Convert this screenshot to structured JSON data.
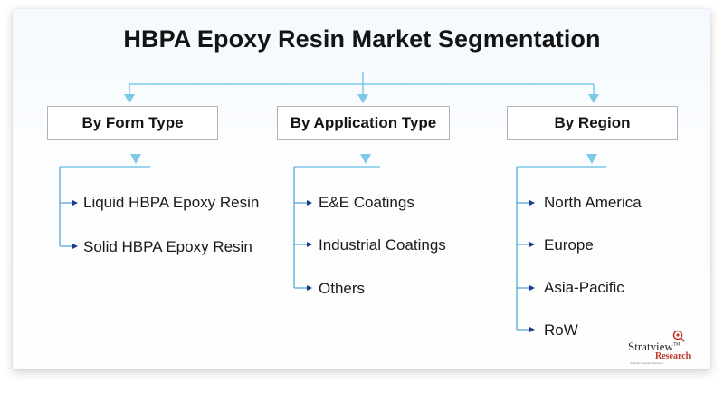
{
  "title": "HBPA Epoxy Resin Market Segmentation",
  "colors": {
    "arrow": "#7ec8e8",
    "branch_line": "#4f9fd1",
    "bullet": "#1d3a8a",
    "box_border": "#b3b3b3",
    "logo_red": "#c0392b"
  },
  "categories": [
    {
      "label": "By Form Type",
      "items": [
        "Liquid HBPA Epoxy Resin",
        "Solid HBPA Epoxy Resin"
      ]
    },
    {
      "label": "By Application Type",
      "items": [
        "E&E Coatings",
        "Industrial Coatings",
        "Others"
      ]
    },
    {
      "label": "By Region",
      "items": [
        "North America",
        "Europe",
        "Asia-Pacific",
        "RoW"
      ]
    }
  ],
  "logo": {
    "brand": "Stratview",
    "tm": "TM",
    "sub": "Research",
    "tagline": "Strategic Insights Delivered"
  }
}
